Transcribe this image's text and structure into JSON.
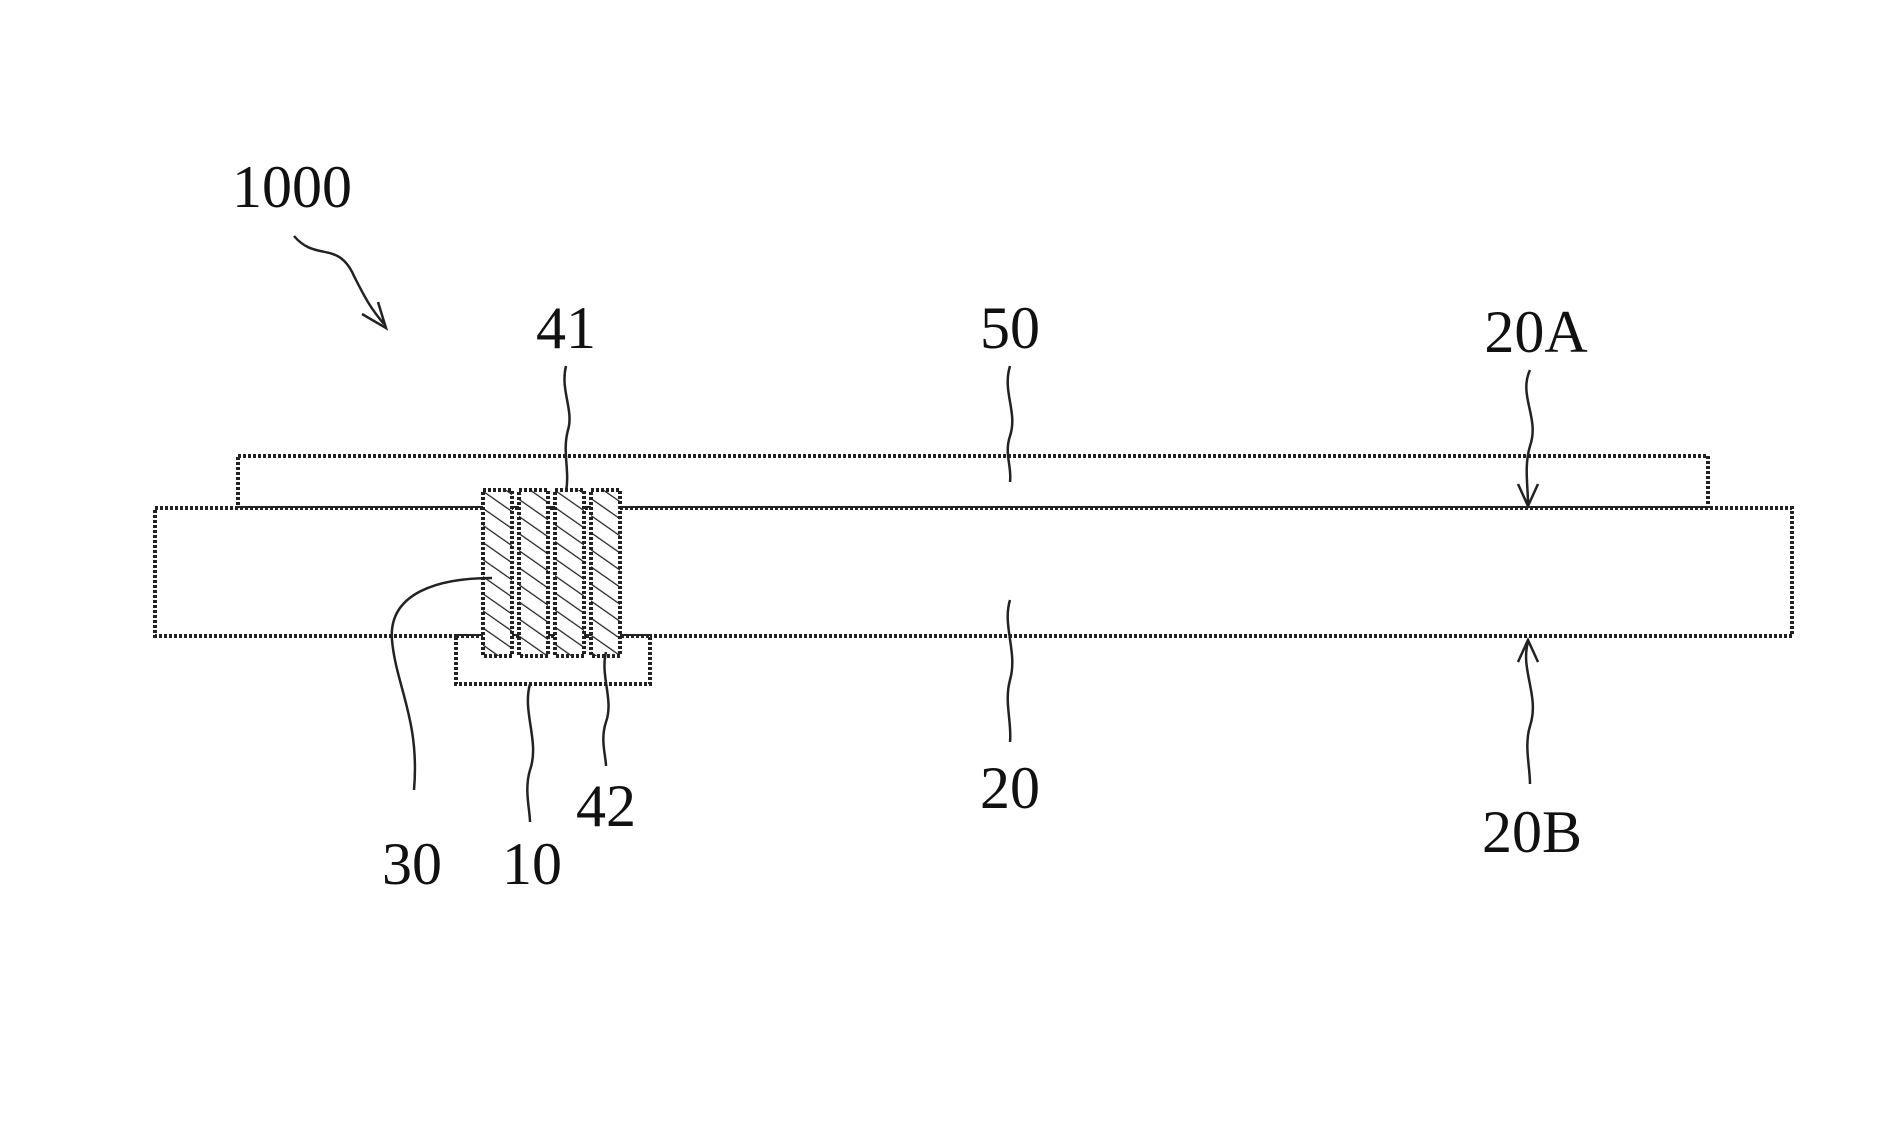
{
  "figure": {
    "labels": {
      "assembly": "1000",
      "via_41": "41",
      "layer_50": "50",
      "surface_20A": "20A",
      "via_30": "30",
      "chip_10": "10",
      "via_42": "42",
      "substrate_20": "20",
      "surface_20B": "20B"
    }
  }
}
